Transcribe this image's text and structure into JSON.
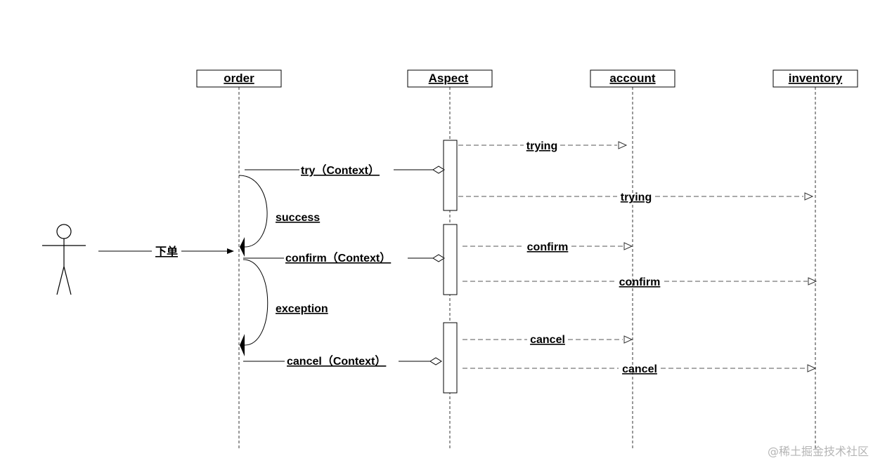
{
  "lifelines": [
    {
      "id": "order",
      "label": "order"
    },
    {
      "id": "aspect",
      "label": "Aspect"
    },
    {
      "id": "account",
      "label": "account"
    },
    {
      "id": "inventory",
      "label": "inventory"
    }
  ],
  "actor_message": {
    "label": "下单"
  },
  "order_calls": [
    {
      "label": "try（Context）"
    },
    {
      "label": "confirm（Context）"
    },
    {
      "label": "cancel（Context）"
    }
  ],
  "branches": [
    {
      "label": "success"
    },
    {
      "label": "exception"
    }
  ],
  "aspect_messages": {
    "to_account": [
      {
        "label": "trying"
      },
      {
        "label": "confirm"
      },
      {
        "label": "cancel"
      }
    ],
    "to_inventory": [
      {
        "label": "trying"
      },
      {
        "label": "confirm"
      },
      {
        "label": "cancel"
      }
    ]
  },
  "watermark": "@稀土掘金技术社区"
}
